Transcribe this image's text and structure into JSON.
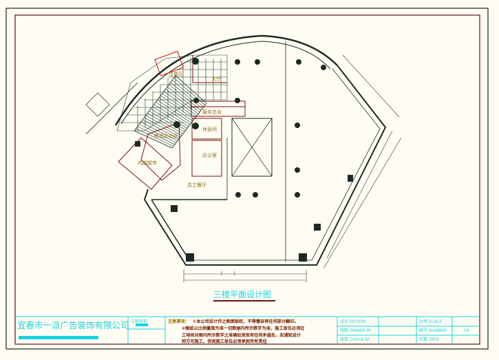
{
  "drawing": {
    "title": "三楼平面设计图",
    "rooms": {
      "lobby": "大厅",
      "reception": "服务总台",
      "lounge": "休息间",
      "mobile_office": "移动办公区",
      "office": "办公室",
      "internal_shop": "内部超市",
      "staff_canteen": "员工餐厅",
      "seating": "洽谈区"
    }
  },
  "title_block": {
    "company": "宜春市一派广告装饰有限公司",
    "project_label": "工程项目",
    "notes_heading": "注意事项：",
    "notes": [
      "①本公司设计作之图面版权，不得擅自将任何部分翻印。",
      "②图纸以比例量度为准一切数据内所示数字为准，施工单位必须在",
      "工地核对图内所示数字之准确如发现有任何矛盾处，应通知设计",
      "师方可施工，否则施工单位必须承担所有责任"
    ],
    "design_label": "设计 DESIGN",
    "drawn_label": "制图 DRAWN BY",
    "check_label": "审核 CHECK BY",
    "scale_label": "比例 SCALE",
    "number_label": "图号 NUMBER",
    "number_value": "04",
    "date_label": "日期 DATE"
  },
  "colors": {
    "cyan": "#19d4e0",
    "wall": "#1a2a24",
    "red_wall": "#7a1010",
    "text": "#8a6a1a"
  }
}
